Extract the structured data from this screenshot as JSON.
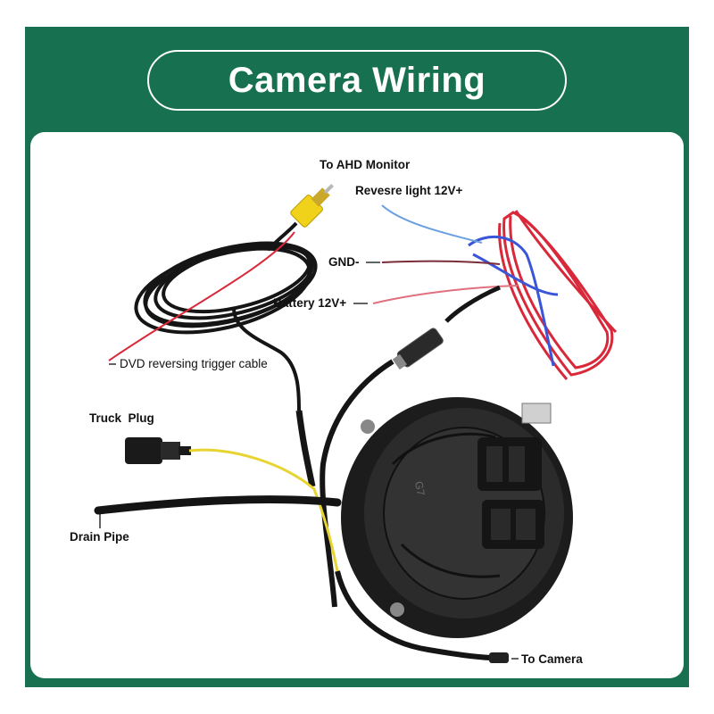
{
  "title": "Camera Wiring",
  "labels": {
    "ahd_monitor": "To AHD Monitor",
    "reverse_light": "Revesre light 12V+",
    "gnd": "GND-",
    "battery": "Battery 12V+",
    "dvd_trigger": "DVD reversing trigger cable",
    "truck_plug": "Truck  Plug",
    "drain_pipe": "Drain Pipe",
    "to_camera": "To Camera"
  },
  "camera_marking": "G7",
  "colors": {
    "frame_green": "#17704f",
    "cable_black": "#151515",
    "wire_red": "#d8283a",
    "wire_blue": "#3a55d8",
    "wire_yellow": "#e8d431",
    "rca_yellow": "#f1d21a"
  }
}
